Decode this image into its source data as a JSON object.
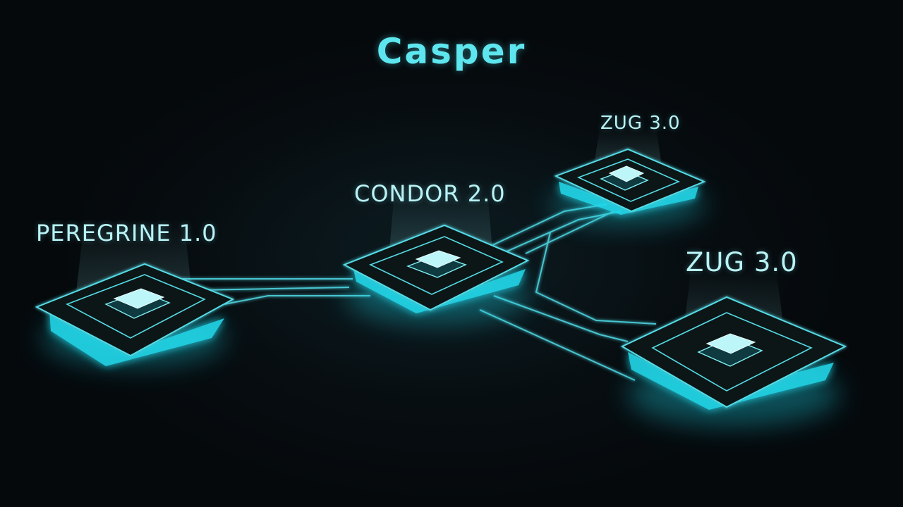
{
  "brand": {
    "logo_text": "Casper"
  },
  "nodes": [
    {
      "id": "peregrine",
      "label": "PEREGRINE 1.0"
    },
    {
      "id": "condor",
      "label": "CONDOR 2.0"
    },
    {
      "id": "zug_small",
      "label": "ZUG 3.0"
    },
    {
      "id": "zug_large",
      "label": "ZUG 3.0"
    }
  ],
  "colors": {
    "accent": "#5ee6ef",
    "glow": "#22d3e6",
    "background": "#05090c",
    "label": "#b8f2f5"
  }
}
